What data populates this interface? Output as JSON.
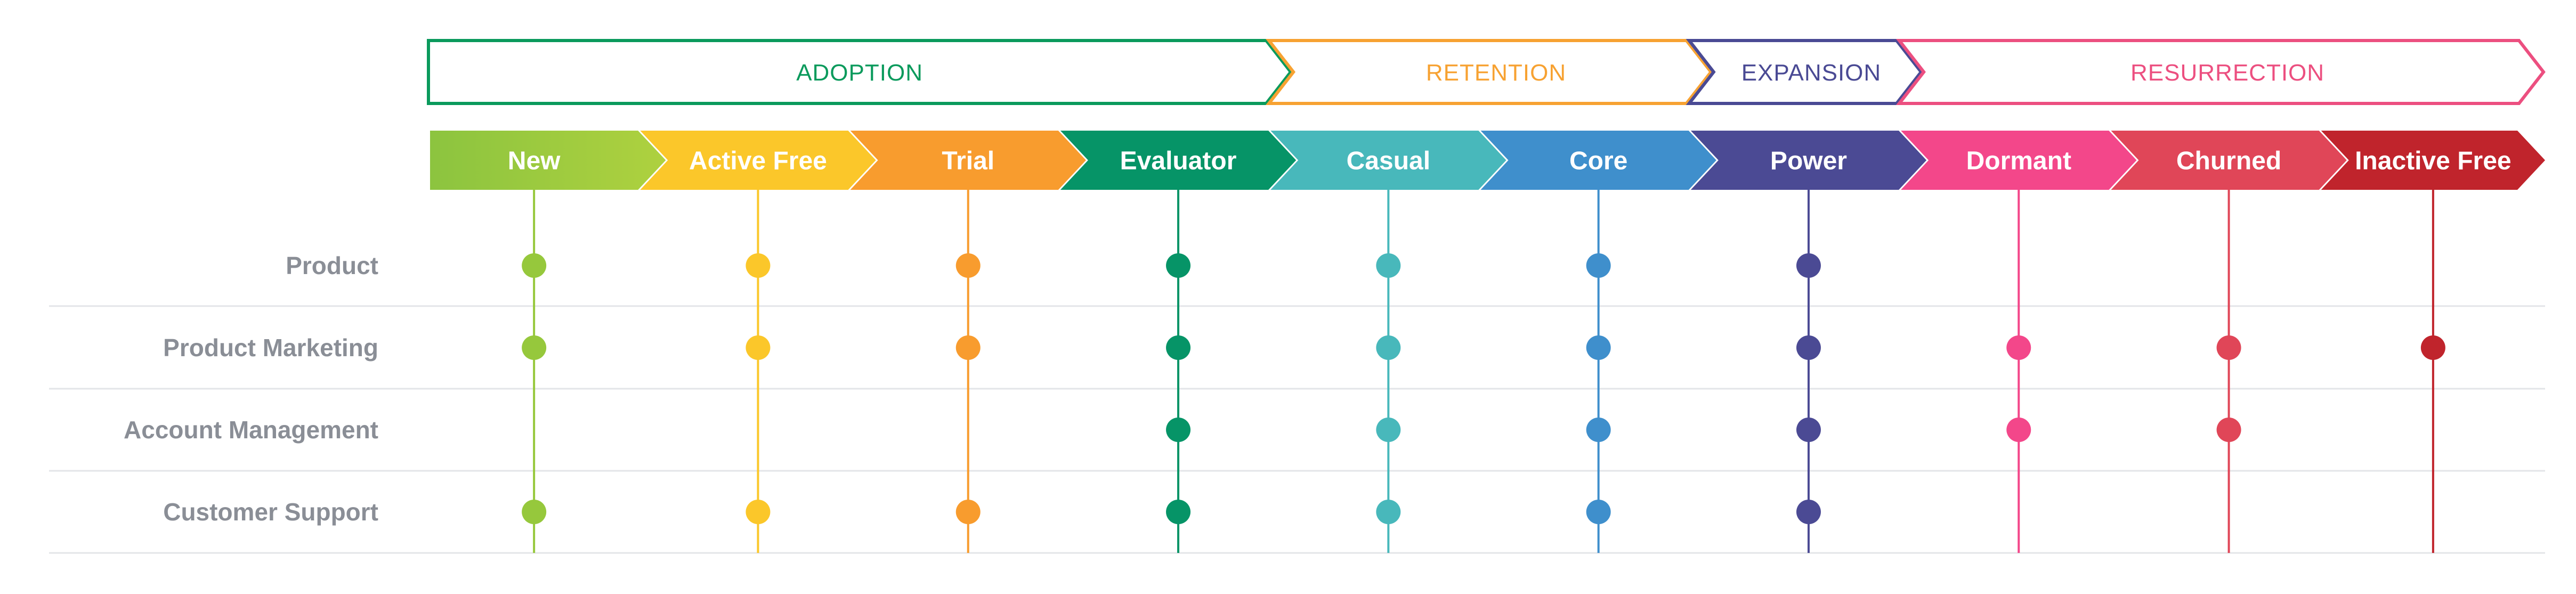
{
  "phases": [
    {
      "label": "ADOPTION",
      "color": "#0a9a5c",
      "first_stage": 0,
      "last_stage": 3
    },
    {
      "label": "RETENTION",
      "color": "#f7a232",
      "first_stage": 4,
      "last_stage": 5
    },
    {
      "label": "EXPANSION",
      "color": "#4a4a94",
      "first_stage": 6,
      "last_stage": 6
    },
    {
      "label": "RESURRECTION",
      "color": "#ec4f80",
      "first_stage": 7,
      "last_stage": 9
    }
  ],
  "stages": [
    {
      "label": "New",
      "color": "#96c83c",
      "color_end": "#a8cf3f"
    },
    {
      "label": "Active Free",
      "color": "#fbc72a",
      "color_end": "#fbc72a"
    },
    {
      "label": "Trial",
      "color": "#f89c2e",
      "color_end": "#f89c2e"
    },
    {
      "label": "Evaluator",
      "color": "#069467",
      "color_end": "#069467"
    },
    {
      "label": "Casual",
      "color": "#48b8bb",
      "color_end": "#48b8bb"
    },
    {
      "label": "Core",
      "color": "#3f8fcc",
      "color_end": "#3f8fcc"
    },
    {
      "label": "Power",
      "color": "#4b4a94",
      "color_end": "#4b4a94"
    },
    {
      "label": "Dormant",
      "color": "#f3478a",
      "color_end": "#f3478a"
    },
    {
      "label": "Churned",
      "color": "#e04658",
      "color_end": "#e04658"
    },
    {
      "label": "Inactive Free",
      "color": "#c0242c",
      "color_end": "#c0242c"
    }
  ],
  "rows": [
    {
      "label": "Product",
      "stages": [
        0,
        1,
        2,
        3,
        4,
        5,
        6
      ]
    },
    {
      "label": "Product Marketing",
      "stages": [
        0,
        1,
        2,
        3,
        4,
        5,
        6,
        7,
        8,
        9
      ]
    },
    {
      "label": "Account Management",
      "stages": [
        3,
        4,
        5,
        6,
        7,
        8
      ]
    },
    {
      "label": "Customer Support",
      "stages": [
        0,
        1,
        2,
        3,
        4,
        5,
        6
      ]
    }
  ]
}
